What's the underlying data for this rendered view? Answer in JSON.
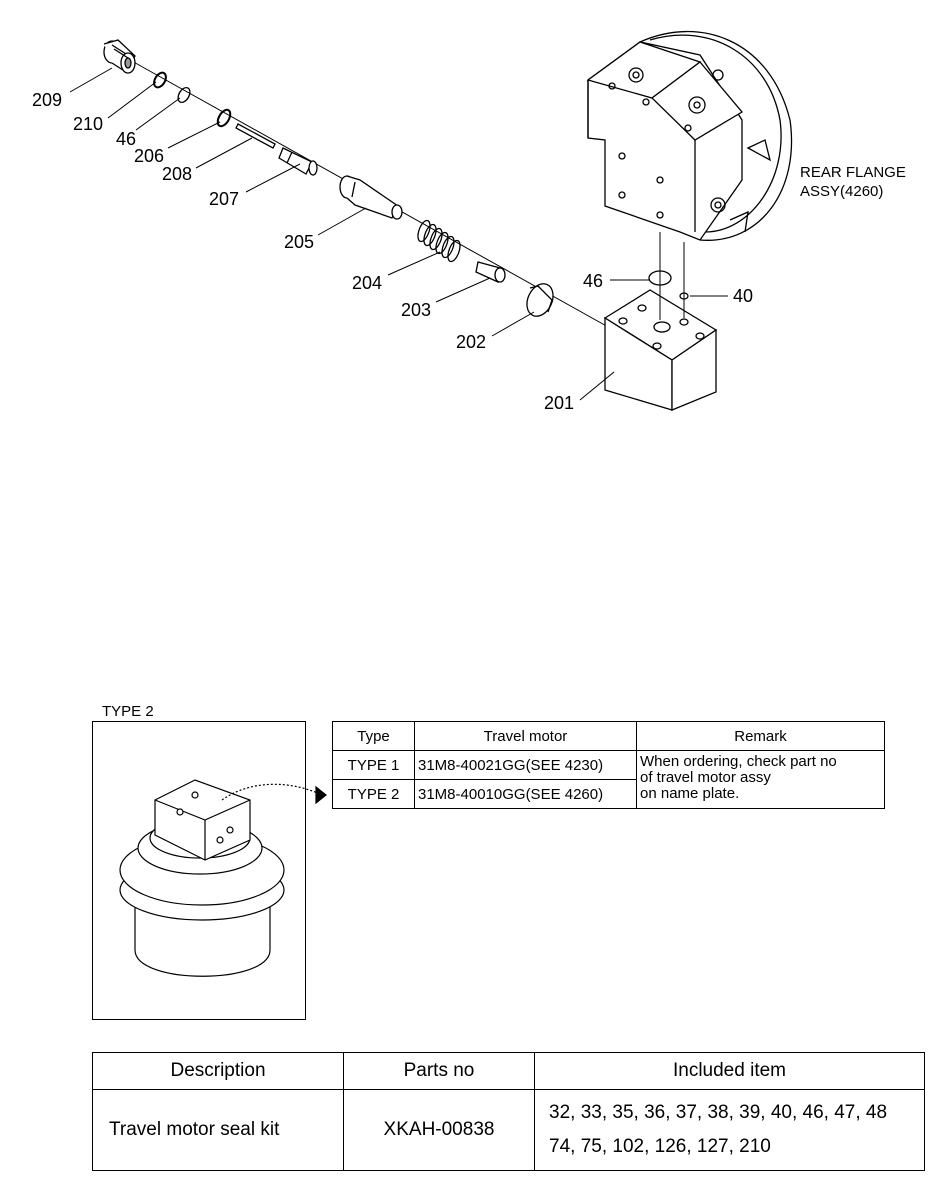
{
  "callouts": {
    "p209": "209",
    "p210": "210",
    "p46a": "46",
    "p206": "206",
    "p208": "208",
    "p207": "207",
    "p205": "205",
    "p204": "204",
    "p203": "203",
    "p202": "202",
    "p201": "201",
    "p46b": "46",
    "p40": "40"
  },
  "rear_flange": {
    "line1": "REAR FLANGE",
    "line2": "ASSY(4260)"
  },
  "type_figure": {
    "label": "TYPE 2"
  },
  "type_table": {
    "headers": [
      "Type",
      "Travel motor",
      "Remark"
    ],
    "rows": [
      {
        "type": "TYPE 1",
        "motor": "31M8-40021GG(SEE 4230)"
      },
      {
        "type": "TYPE 2",
        "motor": "31M8-40010GG(SEE 4260)"
      }
    ],
    "remark_lines": [
      "When ordering, check part no",
      "of travel motor assy",
      "on name plate."
    ]
  },
  "kit_table": {
    "headers": [
      "Description",
      "Parts no",
      "Included item"
    ],
    "description": "Travel motor seal kit",
    "parts_no": "XKAH-00838",
    "included_line1": "32, 33, 35, 36, 37, 38, 39, 40, 46, 47, 48",
    "included_line2": "74, 75, 102, 126, 127, 210"
  }
}
